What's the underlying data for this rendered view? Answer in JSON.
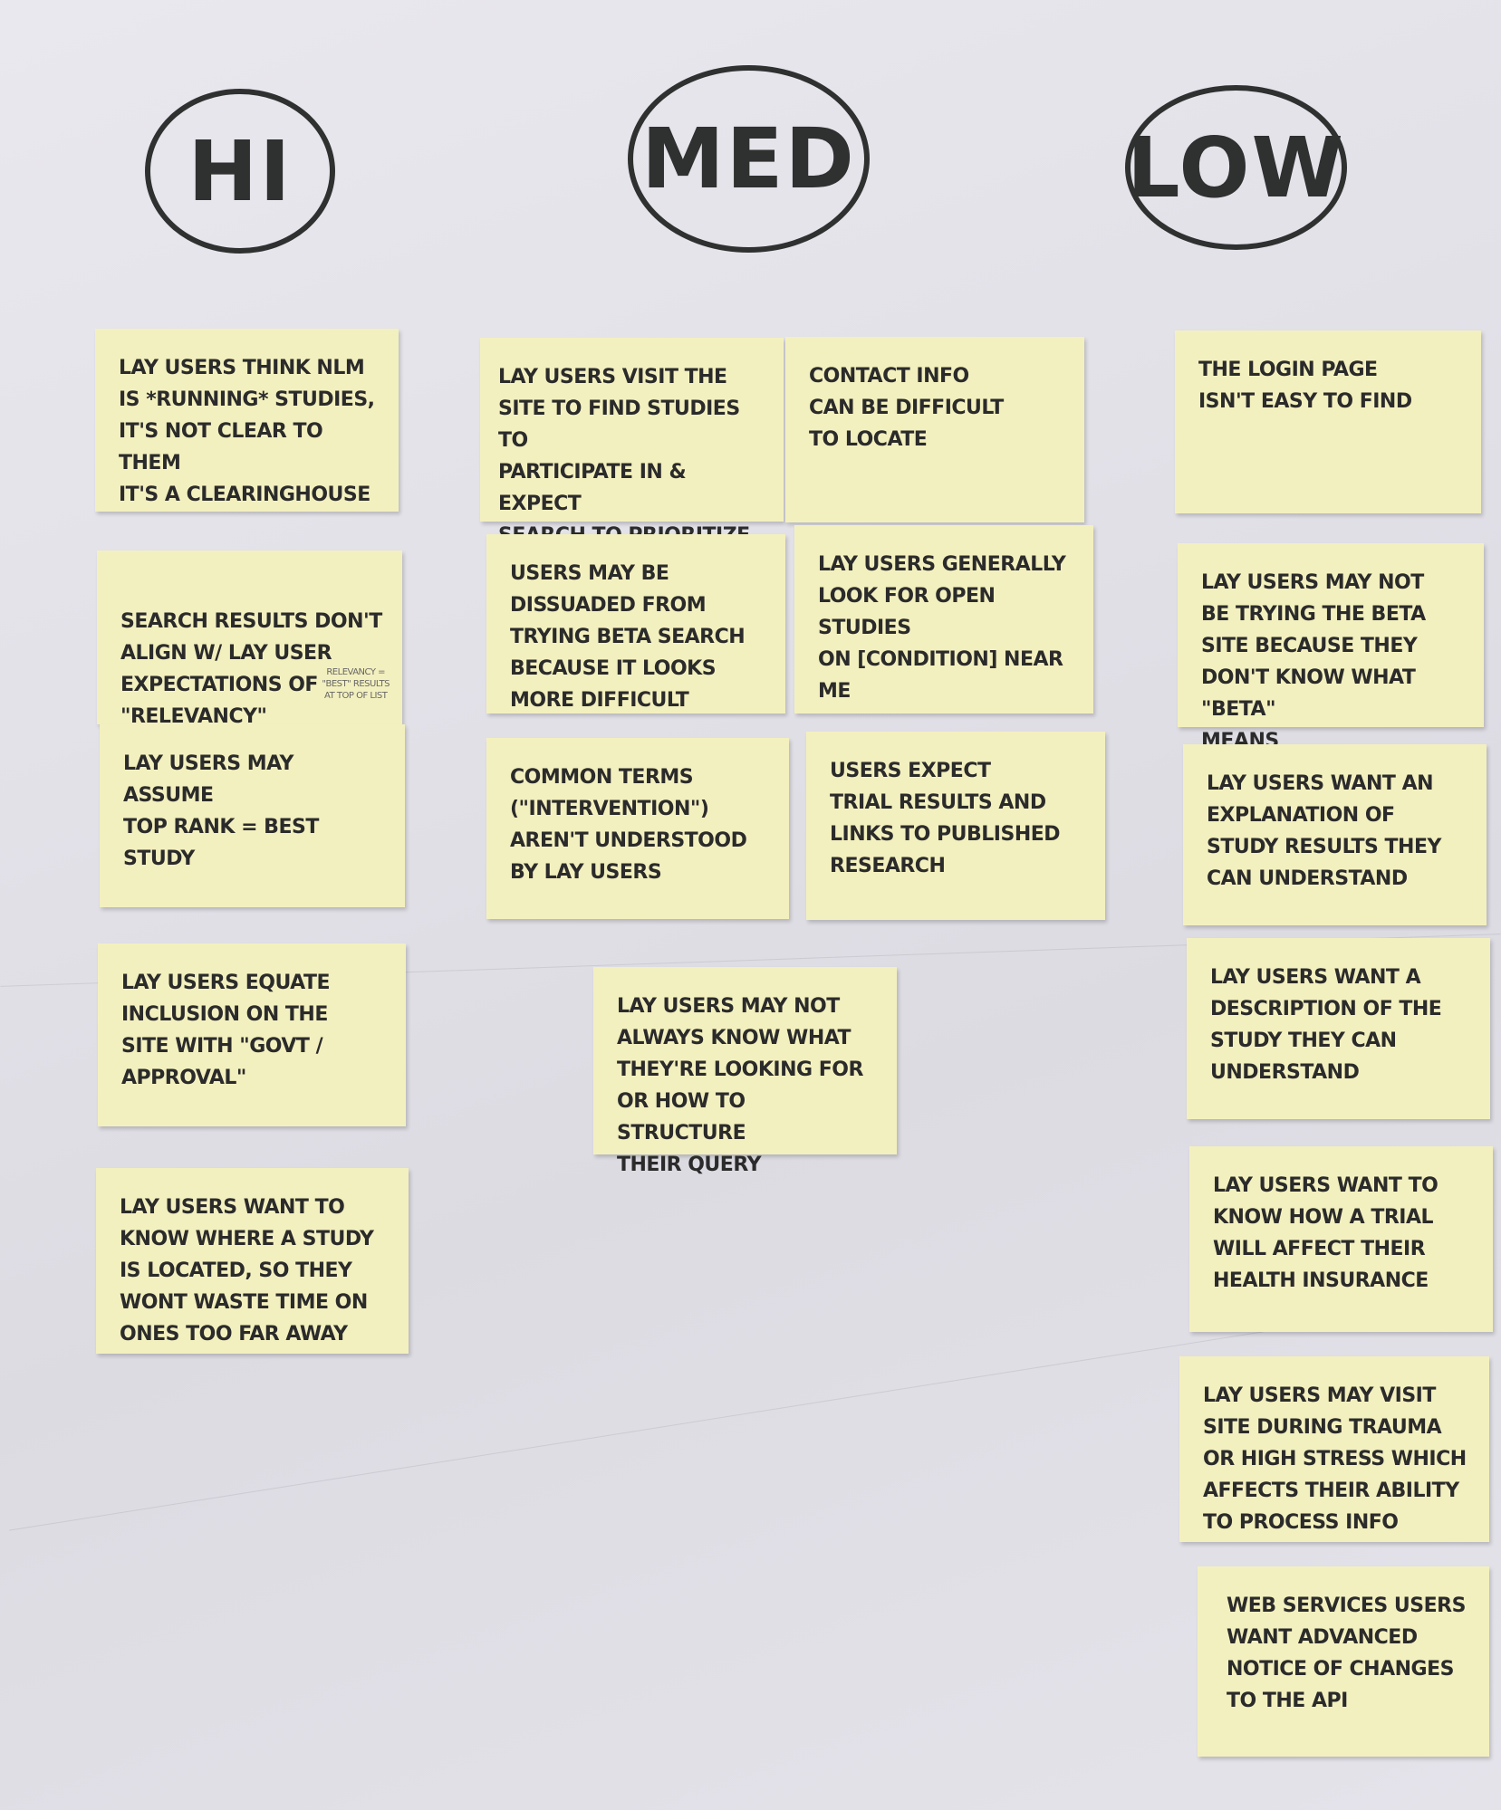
{
  "headers": {
    "hi": "HI",
    "med": "MED",
    "low": "LOW"
  },
  "notes": {
    "hi_1": "Lay users think NLM\nis *running* studies,\nit's not clear to them\nit's a clearinghouse",
    "hi_2": "Search results don't\nalign w/ lay user\nexpectations of\n\"relevancy\"",
    "hi_2_side": "Relevancy =\n\"Best\" results\nat top of list",
    "hi_3": "Lay users may assume\ntop rank = best study",
    "hi_4": "Lay users equate\ninclusion on the\nsite with \"govt /\n          approval\"",
    "hi_5": "Lay users want to\nknow where a study\nis located, so they\nwont waste time on\nones too far away",
    "med_1": "Lay users visit the\nsite to find studies to\nparticipate in & expect\nsearch to prioritize\nrecruiting studies",
    "med_2": "Contact info\ncan be difficult\nto locate",
    "med_3": "Users may be\ndissuaded from\ntrying beta search\nbecause it looks\nmore difficult",
    "med_4": "Lay users generally\nlook for open studies\non [condition] near\nme",
    "med_5": "Common terms\n(\"intervention\")\naren't understood\nby lay users",
    "med_6": "Users expect\ntrial results and\nlinks to published\nresearch",
    "med_7": "Lay users may not\nalways know what\nthey're looking for\nor how to structure\ntheir query",
    "low_1": "The login page\nisn't easy to find",
    "low_2": "Lay users may not\nbe trying the beta\nsite because they\ndon't know what \"beta\"\nmeans",
    "low_3": "Lay users want an\nexplanation of\nstudy results they\ncan understand",
    "low_4": "Lay users want a\ndescription of the\nstudy they can\nunderstand",
    "low_5": "Lay users want to\nknow how a trial\nwill affect their\nhealth insurance",
    "low_6": "Lay users may visit\nsite during trauma\nor high stress which\naffects their ability\nto process info",
    "low_7": "Web services users\nwant advanced\nnotice of changes\nto the API"
  }
}
